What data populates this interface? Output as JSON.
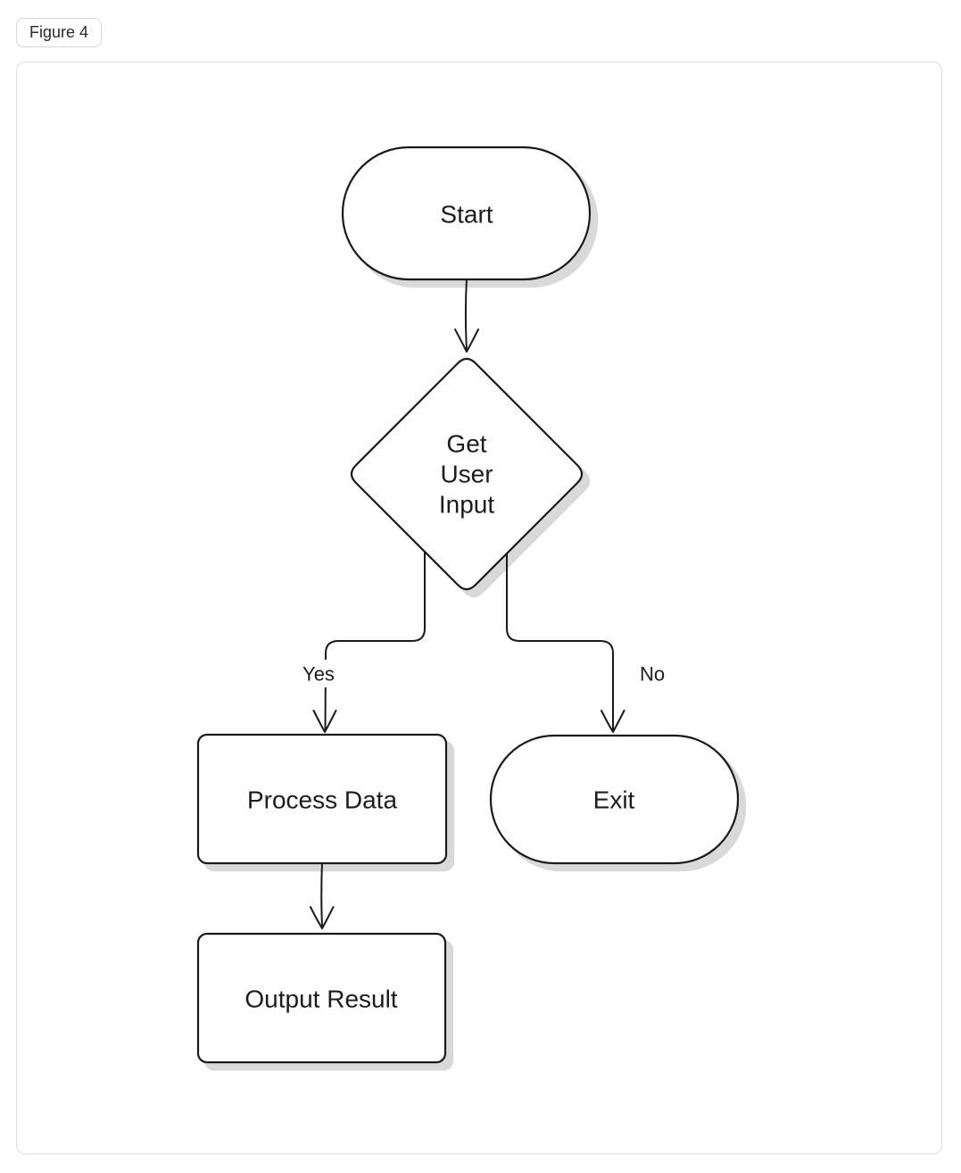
{
  "figure": {
    "label": "Figure 4"
  },
  "flowchart": {
    "nodes": {
      "start": {
        "label": "Start",
        "type": "stadium"
      },
      "decision": {
        "label": "Get User Input",
        "lines": [
          "Get",
          "User",
          "Input"
        ],
        "type": "diamond"
      },
      "process": {
        "label": "Process Data",
        "type": "rect"
      },
      "exit": {
        "label": "Exit",
        "type": "stadium"
      },
      "output": {
        "label": "Output Result",
        "type": "rect"
      }
    },
    "edges": {
      "start_to_decision": {
        "from": "start",
        "to": "decision",
        "label": ""
      },
      "decision_to_process": {
        "from": "decision",
        "to": "process",
        "label": "Yes"
      },
      "decision_to_exit": {
        "from": "decision",
        "to": "exit",
        "label": "No"
      },
      "process_to_output": {
        "from": "process",
        "to": "output",
        "label": ""
      }
    },
    "colors": {
      "stroke": "#1a1a1a",
      "shape_fill": "#ffffff",
      "shadow": "#d9d9d9",
      "frame_border": "#dadde1"
    }
  }
}
